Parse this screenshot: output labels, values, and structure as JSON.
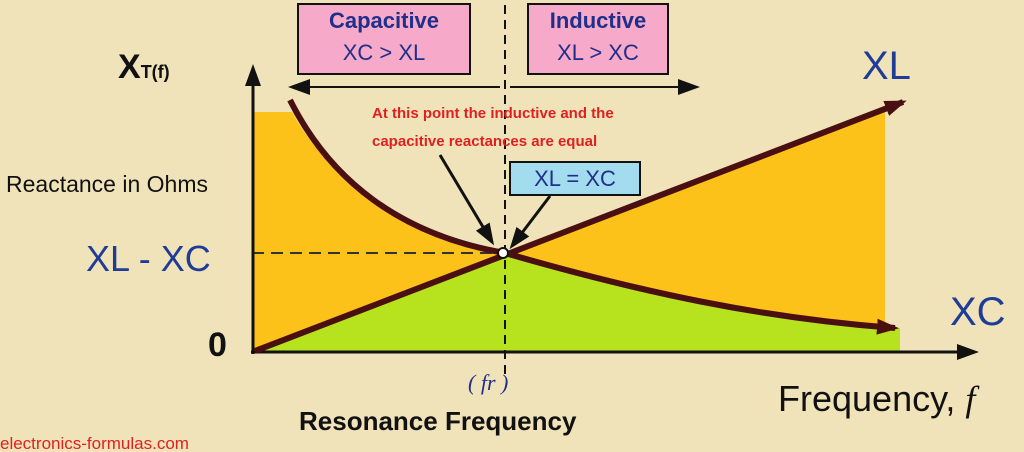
{
  "y_axis": {
    "symbol": "X",
    "subscript": "T(f)",
    "label": "Reactance in Ohms",
    "tick_zero": "0",
    "tick_mid": "XL - XC"
  },
  "x_axis": {
    "label": "Frequency, ",
    "label_symbol": "f",
    "resonance_tick": "( fr )",
    "resonance_label": "Resonance Frequency"
  },
  "regions": {
    "capacitive": {
      "title": "Capacitive",
      "relation": "XC > XL"
    },
    "inductive": {
      "title": "Inductive",
      "relation": "XL > XC"
    }
  },
  "annotation": {
    "line1": "At this point the inductive and the",
    "line2": "capacitive reactances are equal",
    "equal_box": "XL = XC"
  },
  "curves": {
    "inductive": "XL",
    "capacitive": "XC"
  },
  "watermark": "electronics-formulas.com",
  "colors": {
    "background": "#f1e3b9",
    "yellow": "#fdc21a",
    "green": "#b6e31e",
    "curve": "#4a0f10",
    "pink": "#f6a9c9",
    "cyan": "#a3dcef",
    "red": "#e02020",
    "blue": "#1f3c96"
  }
}
